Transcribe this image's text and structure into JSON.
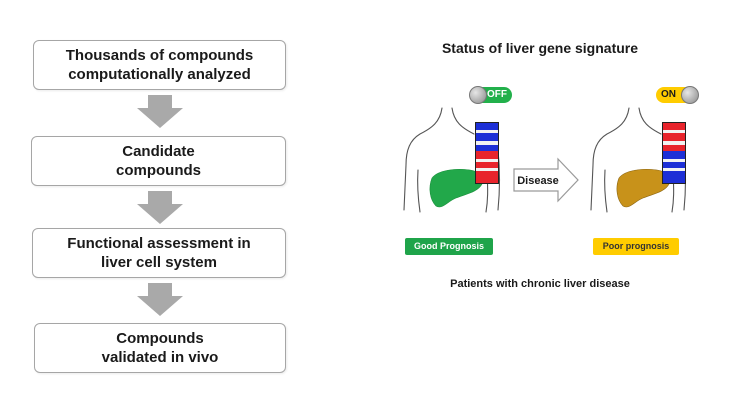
{
  "flowchart": {
    "steps": [
      {
        "lines": [
          "Thousands of compounds",
          "computationally analyzed"
        ]
      },
      {
        "lines": [
          "Candidate",
          "compounds"
        ]
      },
      {
        "lines": [
          "Functional assessment in",
          "liver cell system"
        ]
      },
      {
        "lines": [
          "Compounds",
          "validated in vivo"
        ]
      }
    ]
  },
  "signature": {
    "title": "Status  of liver gene signature",
    "arrow_label": "Disease",
    "caption": "Patients with chronic liver disease",
    "good": {
      "toggle_label": "OFF",
      "prognosis_label": "Good Prognosis",
      "toggle_color": "#22b04b",
      "liver_color": "#22a84a",
      "label_bg": "#1fa44a",
      "label_text_color": "#ffffff"
    },
    "poor": {
      "toggle_label": "ON",
      "prognosis_label": "Poor prognosis",
      "toggle_color": "#ffcc00",
      "liver_color": "#c8921a",
      "label_bg": "#ffcc00",
      "label_text_color": "#333333"
    }
  },
  "heatmap_colors": {
    "red": "#e8242c",
    "blue": "#1d2fd6",
    "white": "#f2f2f2"
  }
}
